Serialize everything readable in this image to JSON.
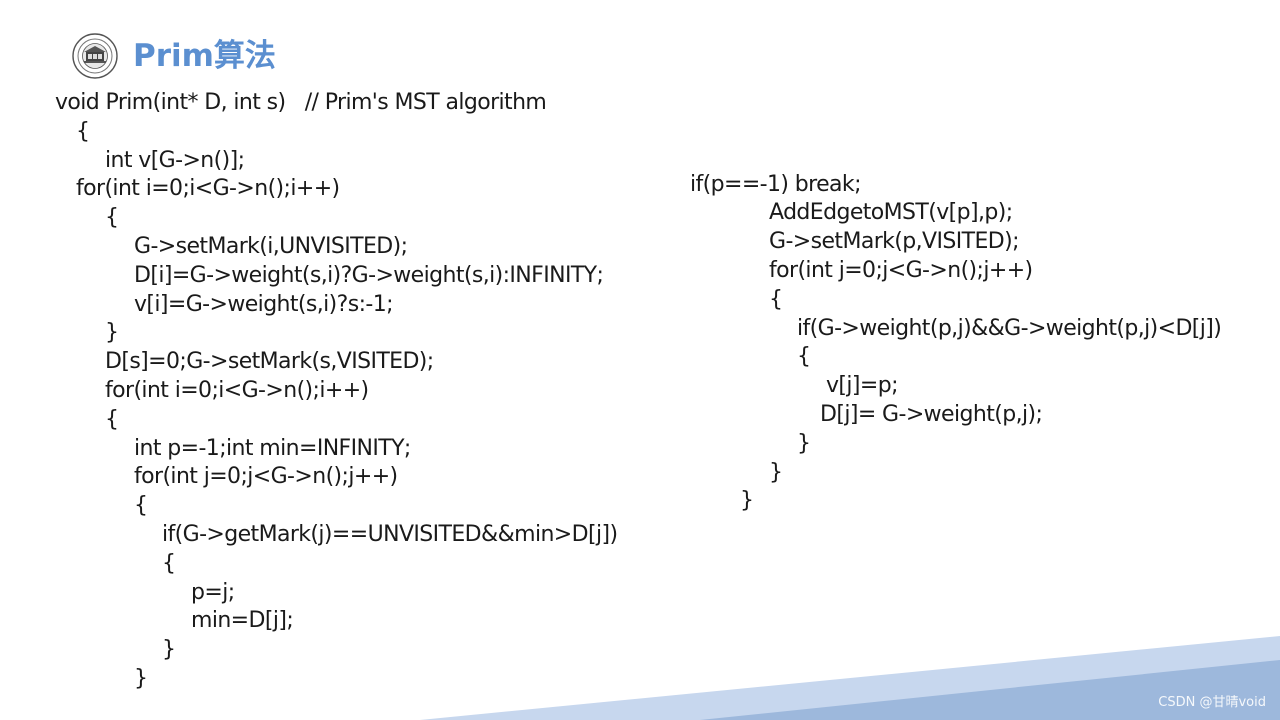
{
  "slide": {
    "title": "Prim算法",
    "logo_icon": "university-seal-icon",
    "accent_color": "#5b8fd0",
    "band_colors": [
      "#c7d7ee",
      "#9db8dc"
    ]
  },
  "code_left": [
    "void Prim(int* D, int s)   // Prim's MST algorithm",
    "{",
    "int v[G->n()];",
    "for(int i=0;i<G->n();i++)",
    "{",
    "G->setMark(i,UNVISITED);",
    "D[i]=G->weight(s,i)?G->weight(s,i):INFINITY;",
    "v[i]=G->weight(s,i)?s:-1;",
    "}",
    "D[s]=0;G->setMark(s,VISITED);",
    "for(int i=0;i<G->n();i++)",
    "{",
    "int p=-1;int min=INFINITY;",
    "for(int j=0;j<G->n();j++)",
    "{",
    "if(G->getMark(j)==UNVISITED&&min>D[j])",
    "{",
    "p=j;",
    "min=D[j];",
    "}",
    "}"
  ],
  "code_right": [
    "if(p==-1) break;",
    "AddEdgetoMST(v[p],p);",
    "G->setMark(p,VISITED);",
    "for(int j=0;j<G->n();j++)",
    "{",
    "if(G->weight(p,j)&&G->weight(p,j)<D[j])",
    "{",
    "v[j]=p;",
    "D[j]= G->weight(p,j);",
    "}",
    "}",
    "}"
  ],
  "watermark": "CSDN @甘晴void"
}
